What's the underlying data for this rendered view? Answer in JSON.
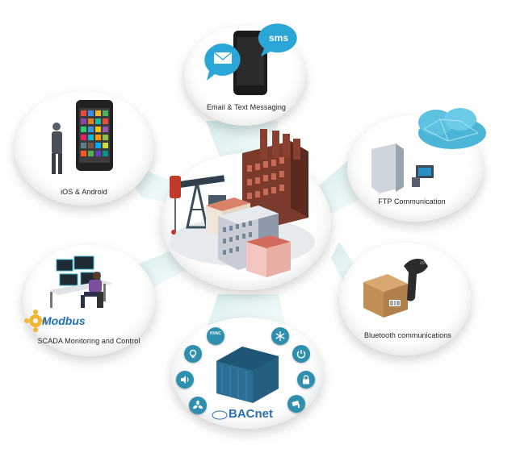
{
  "nodes": {
    "email_sms": {
      "label": "Email & Text Messaging",
      "badge": "sms"
    },
    "ios_android": {
      "label": "iOS & Android"
    },
    "ftp": {
      "label": "FTP Communication"
    },
    "scada": {
      "label": "SCADA Monitoring and Control",
      "logo": "Modbus"
    },
    "bacnet": {
      "logo": "BACnet",
      "hvac_badge": "HVAC"
    },
    "bluetooth": {
      "label": "Bluetooth communications"
    }
  },
  "colors": {
    "beam": "#bfe3e4",
    "icon_teal": "#2f8fae",
    "sms_bubble": "#2aa7d6",
    "brick": "#7a3b2c",
    "bacnet_blue": "#2a6fb3"
  },
  "bacnet_icons": [
    "lightbulb-icon",
    "hvac-icon",
    "snowflake-icon",
    "speaker-icon",
    "fan-icon",
    "power-icon",
    "lock-icon",
    "camera-icon"
  ]
}
